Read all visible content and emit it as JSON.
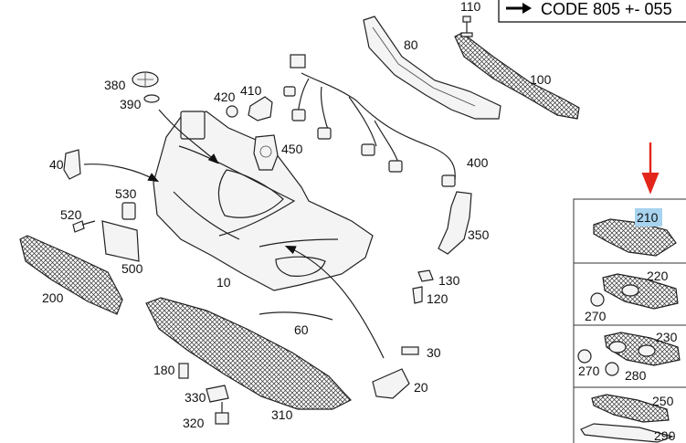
{
  "code_box": {
    "text": "CODE 805 +- 055"
  },
  "labels": {
    "p10": "10",
    "p20": "20",
    "p30": "30",
    "p40": "40",
    "p60": "60",
    "p80": "80",
    "p100": "100",
    "p110": "110",
    "p120": "120",
    "p130": "130",
    "p180": "180",
    "p200": "200",
    "p210": "210",
    "p220": "220",
    "p230": "230",
    "p250": "250",
    "p270a": "270",
    "p270b": "270",
    "p280": "280",
    "p290": "290",
    "p310": "310",
    "p320": "320",
    "p330": "330",
    "p350": "350",
    "p380": "380",
    "p390": "390",
    "p400": "400",
    "p410": "410",
    "p420": "420",
    "p450": "450",
    "p500": "500",
    "p520": "520",
    "p530": "530"
  },
  "colors": {
    "highlight": "#a7d3ef",
    "pointer_arrow": "#e3261b",
    "line": "#222222"
  }
}
